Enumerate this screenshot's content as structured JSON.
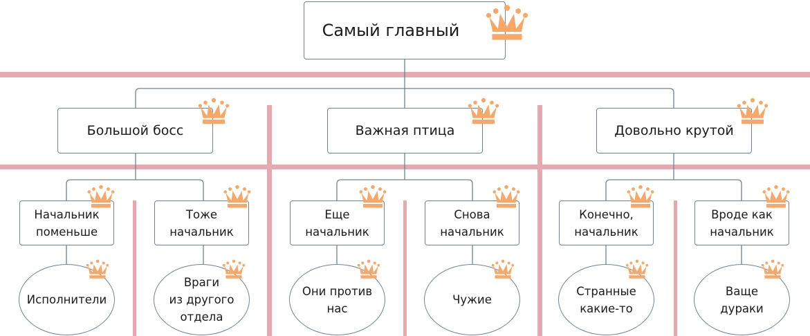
{
  "colors": {
    "band": "#e3aab1",
    "connector": "#6f8392",
    "crown": "#f4a86c",
    "crown_jewel": "#f4a86c"
  },
  "icon": "crown-icon",
  "root": {
    "label": "Самый главный"
  },
  "managers": [
    {
      "label": "Большой босс"
    },
    {
      "label": "Важная птица"
    },
    {
      "label": "Довольно крутой"
    }
  ],
  "leads": [
    {
      "label": "Начальник\nпоменьше"
    },
    {
      "label": "Тоже\nначальник"
    },
    {
      "label": "Еще\nначальник"
    },
    {
      "label": "Снова\nначальник"
    },
    {
      "label": "Конечно,\nначальник"
    },
    {
      "label": "Вроде как\nначальник"
    }
  ],
  "teams": [
    {
      "label": "Исполнители"
    },
    {
      "label": "Враги\nиз другого\nотдела"
    },
    {
      "label": "Они против\nнас"
    },
    {
      "label": "Чужие"
    },
    {
      "label": "Странные\nкакие-то"
    },
    {
      "label": "Ваще\nдураки"
    }
  ]
}
